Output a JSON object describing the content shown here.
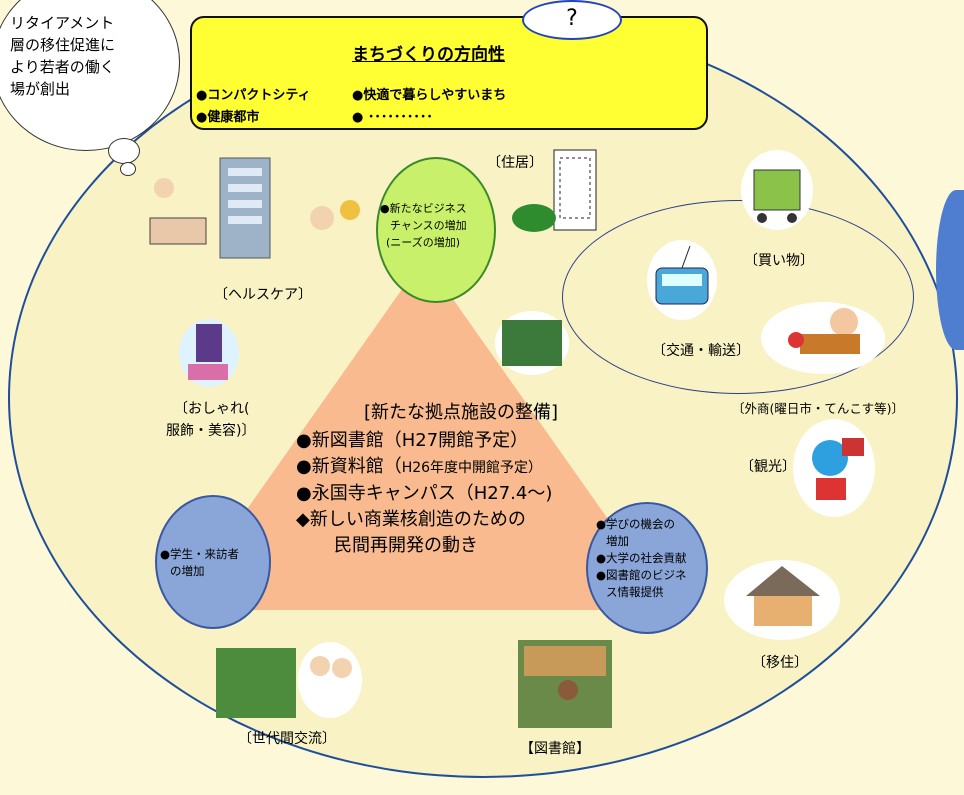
{
  "thought_bubble": [
    "リタイアメント",
    "層の移住促進に",
    "より若者の働く",
    "場が創出"
  ],
  "question_mark": "?",
  "banner": {
    "title": "まちづくりの方向性",
    "left_items": [
      "●コンパクトシティ",
      "●健康都市"
    ],
    "right_items": [
      "●快適で暮らしやすいまち",
      "● ･･････････"
    ]
  },
  "green_oval": [
    "●新たなビジネス",
    "チャンスの増加",
    "(ニーズの増加)"
  ],
  "center": {
    "title": "[新たな拠点施設の整備]",
    "item1": "●新図書館（H27開館予定）",
    "item2_main": "●新資料館（",
    "item2_small": "H26年度中開館予定）",
    "item3": "●永国寺キャンパス（H27.4～)",
    "item4a": "◆新しい商業核創造のための",
    "item4b": "民間再開発の動き"
  },
  "left_oval": [
    "●学生・来訪者",
    "の増加"
  ],
  "right_oval": [
    "●学びの機会の",
    "増加",
    "●大学の社会貢献",
    "●図書館のビジネ",
    "ス情報提供"
  ],
  "labels": {
    "health": "〔ヘルスケア〕",
    "fashion1": "〔おしゃれ(",
    "fashion2": "服飾・美容)〕",
    "housing": "〔住居〕",
    "shopping": "〔買い物〕",
    "transport": "〔交通・輸送〕",
    "market": "〔外商(曜日市・てんこす等)〕",
    "tourism": "〔観光〕",
    "migration": "〔移住〕",
    "generations": "〔世代間交流〕",
    "library": "【図書館】"
  },
  "colors": {
    "background": "#fdf9d8",
    "circle": "#f8f2c4",
    "triangle": "#f8ba8e",
    "banner": "#ffff33",
    "green_oval": "#c9f06a",
    "blue_oval": "#8aa6d8",
    "outline": "#1f4e9b"
  }
}
